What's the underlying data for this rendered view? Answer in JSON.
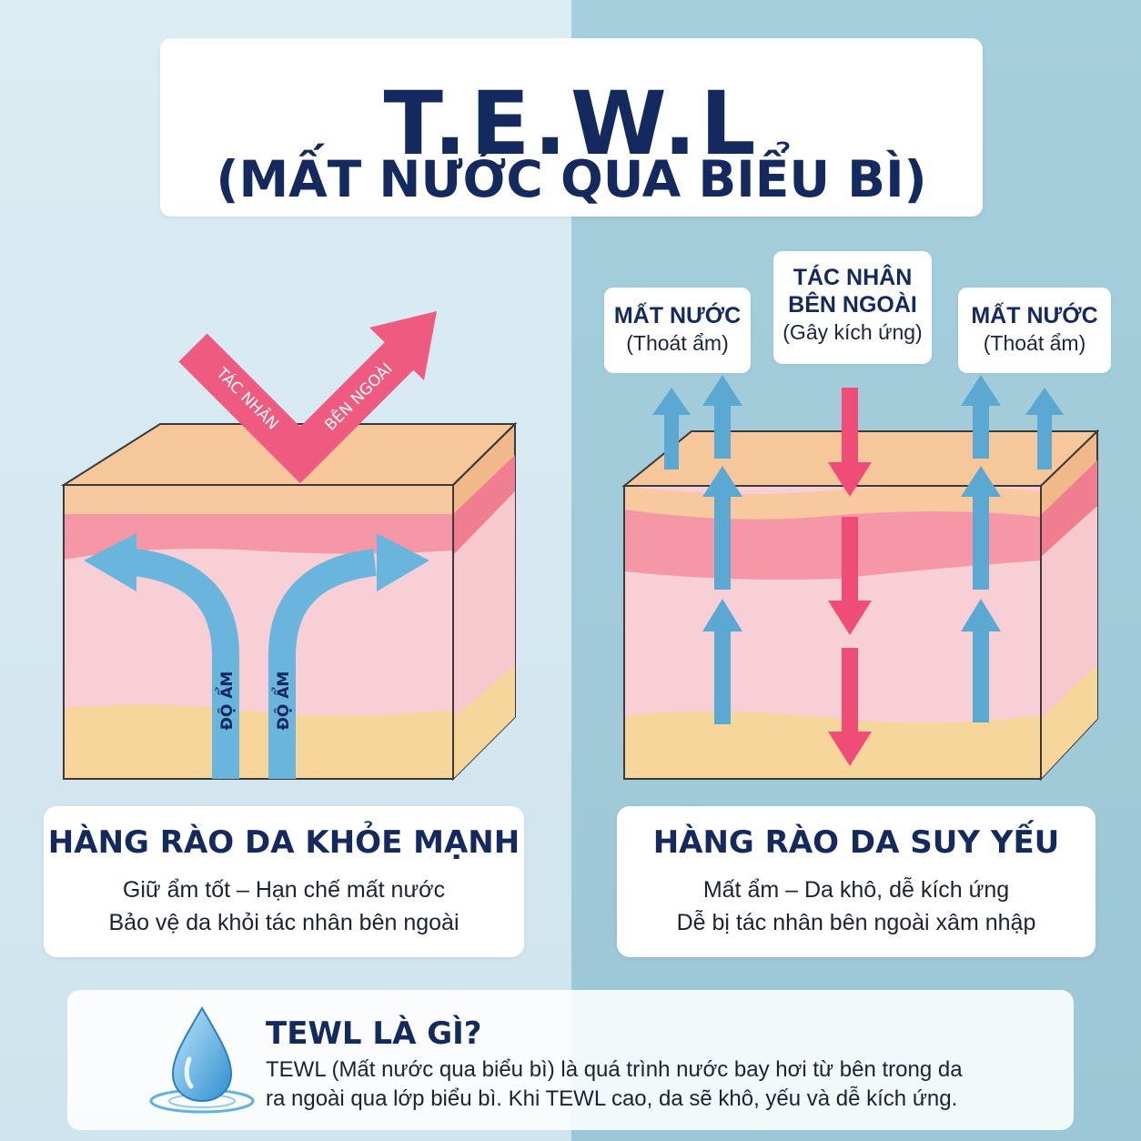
{
  "header": {
    "title": "T.E.W.L",
    "subtitle": "(MẤT NƯỚC QUA BIỂU BÌ)"
  },
  "left_diagram": {
    "arrow_left_label": "TÁC NHÂN",
    "arrow_right_label": "BÊN NGOÀI",
    "moisture_label_1": "ĐỘ ẨM",
    "moisture_label_2": "ĐỘ ẨM"
  },
  "right_labels": [
    {
      "line1": "MẤT NƯỚC",
      "line2": "(Thoát ẩm)"
    },
    {
      "line1": "TÁC NHÂN",
      "line1b": "BÊN NGOÀI",
      "line2": "(Gây kích ứng)"
    },
    {
      "line1": "MẤT NƯỚC",
      "line2": "(Thoát ẩm)"
    }
  ],
  "panels": {
    "healthy": {
      "heading": "HÀNG RÀO DA KHỎE MẠNH",
      "line1": "Giữ ẩm tốt – Hạn chế mất nước",
      "line2": "Bảo vệ da khỏi tác nhân bên ngoài"
    },
    "weak": {
      "heading": "HÀNG RÀO DA SUY YẾU",
      "line1": "Mất ẩm – Da khô, dễ kích ứng",
      "line2": "Dễ bị tác nhân bên ngoài xâm nhập"
    }
  },
  "info": {
    "heading": "TEWL LÀ GÌ?",
    "line1": "TEWL (Mất nước qua biểu bì) là quá trình nước bay hơi từ bên trong da",
    "line2": "ra ngoài qua lớp biểu bì. Khi TEWL cao, da sẽ khô, yếu và dễ kích ứng."
  },
  "colors": {
    "navy": "#14295e",
    "moisture_blue": "#5ba9d3",
    "irritant_pink": "#ef4d78",
    "skin_top": "#f8c99e",
    "skin_pink": "#f597a6",
    "skin_dermis": "#f7cfd5",
    "skin_fat": "#f7d79d"
  }
}
